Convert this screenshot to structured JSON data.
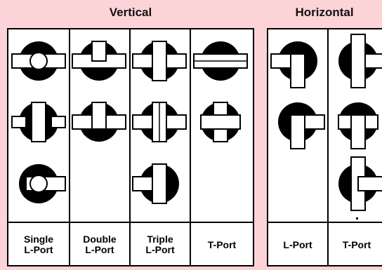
{
  "headers": {
    "vertical": "Vertical",
    "horizontal": "Horizontal"
  },
  "vertical_columns": [
    {
      "label": "Single\nL-Port"
    },
    {
      "label": "Double\nL-Port"
    },
    {
      "label": "Triple\nL-Port"
    },
    {
      "label": "T-Port"
    }
  ],
  "horizontal_columns": [
    {
      "label": "L-Port"
    },
    {
      "label": "T-Port"
    }
  ],
  "colors": {
    "background": "#fcd3d6",
    "ink": "#000000",
    "table": "#ffffff"
  }
}
